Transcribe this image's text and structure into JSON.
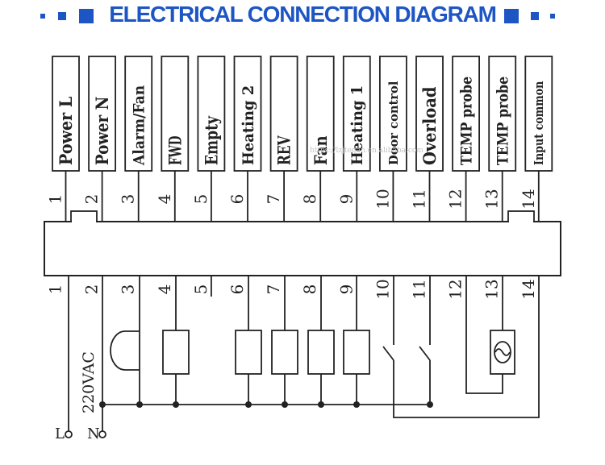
{
  "header": {
    "title": "ELECTRICAL CONNECTION DIAGRAM",
    "accent_color": "#1d56c4"
  },
  "terminals": [
    {
      "number": "1",
      "label": "Power L"
    },
    {
      "number": "2",
      "label": "Power N"
    },
    {
      "number": "3",
      "label": "Alarm/Fan"
    },
    {
      "number": "4",
      "label": "FWD"
    },
    {
      "number": "5",
      "label": "Empty"
    },
    {
      "number": "6",
      "label": "Heating 2"
    },
    {
      "number": "7",
      "label": "REV"
    },
    {
      "number": "8",
      "label": "Fan"
    },
    {
      "number": "9",
      "label": "Heating 1"
    },
    {
      "number": "10",
      "label": "Door control"
    },
    {
      "number": "11",
      "label": "Overload"
    },
    {
      "number": "12",
      "label": "TEMP probe"
    },
    {
      "number": "13",
      "label": "TEMP probe"
    },
    {
      "number": "14",
      "label": "Input common"
    }
  ],
  "supply": {
    "voltage_label": "220VAC",
    "line_label": "L",
    "neutral_label": "N"
  },
  "watermark": "https://lzjtegan.en.alibaba.com"
}
